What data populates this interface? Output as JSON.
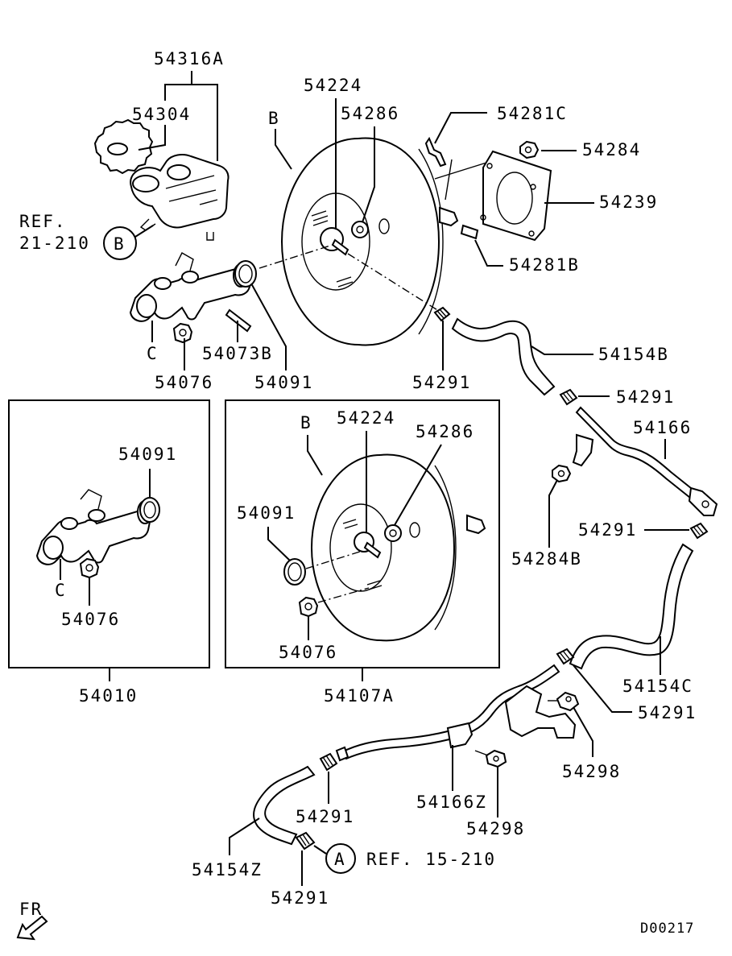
{
  "labels": {
    "p54316A": "54316A",
    "p54304": "54304",
    "refB_line1": "REF.",
    "refB_line2": "21-210",
    "circleB": "B",
    "p54224_top": "54224",
    "p54286_top": "54286",
    "booster_B_top": "B",
    "p54281C": "54281C",
    "p54284": "54284",
    "p54239": "54239",
    "p54281B": "54281B",
    "c_top": "C",
    "p54073B": "54073B",
    "p54076_top": "54076",
    "p54091_top": "54091",
    "p54291_a": "54291",
    "p54154B": "54154B",
    "p54291_b": "54291",
    "p54166": "54166",
    "p54291_c": "54291",
    "p54284B": "54284B",
    "box1_54091": "54091",
    "box1_C": "C",
    "box1_54076": "54076",
    "p54010": "54010",
    "box2_B": "B",
    "box2_54224": "54224",
    "box2_54286": "54286",
    "box2_54091": "54091",
    "box2_54076": "54076",
    "p54107A": "54107A",
    "p54154C": "54154C",
    "p54291_d": "54291",
    "p54298_right": "54298",
    "p54166Z": "54166Z",
    "p54298_bottom": "54298",
    "p54291_e": "54291",
    "p54154Z": "54154Z",
    "circleA": "A",
    "refA": "REF. 15-210",
    "p54291_f": "54291",
    "fr": "FR",
    "figure_code": "D00217"
  }
}
